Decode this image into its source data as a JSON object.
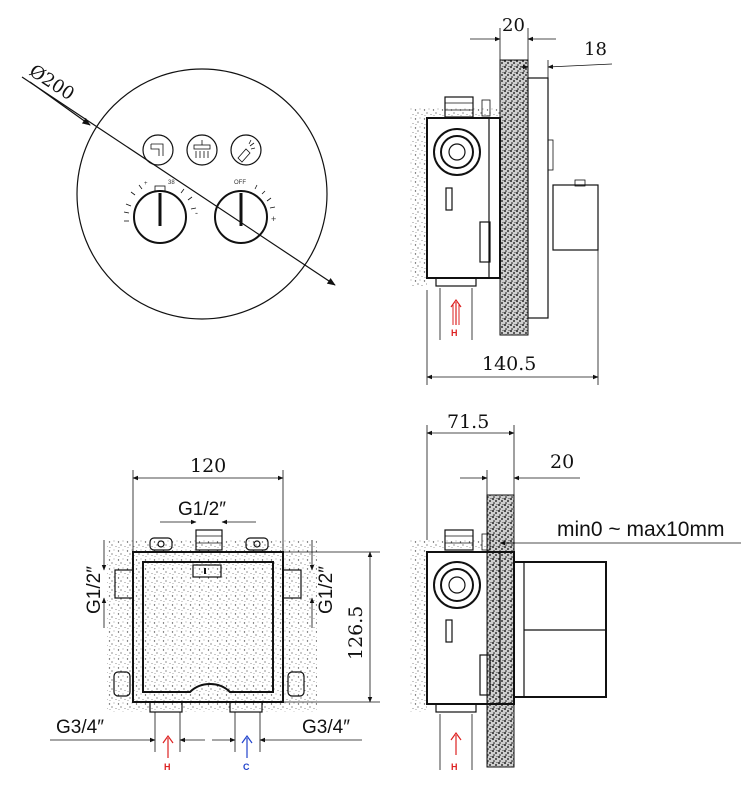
{
  "front_view": {
    "diameter_label": "Ø200",
    "dial_left_scale": "38",
    "dial_right_off": "OFF"
  },
  "side_view_top": {
    "dim_wall": "20",
    "dim_plate": "18",
    "dim_depth": "140.5",
    "inlet_label": "H"
  },
  "box_view": {
    "dim_width": "120",
    "dim_height": "126.5",
    "top_thread": "G1/2″",
    "left_thread": "G1/2″",
    "right_thread": "G1/2″",
    "bottom_left_thread": "G3/4″",
    "bottom_right_thread": "G3/4″",
    "inlet_hot": "H",
    "inlet_cold": "C"
  },
  "side_view_bottom": {
    "dim_depth": "71.5",
    "dim_wall": "20",
    "dim_range": "min0 ~ max10mm",
    "inlet_label": "H"
  },
  "colors": {
    "hot": "#dd2222",
    "cold": "#2244cc"
  }
}
